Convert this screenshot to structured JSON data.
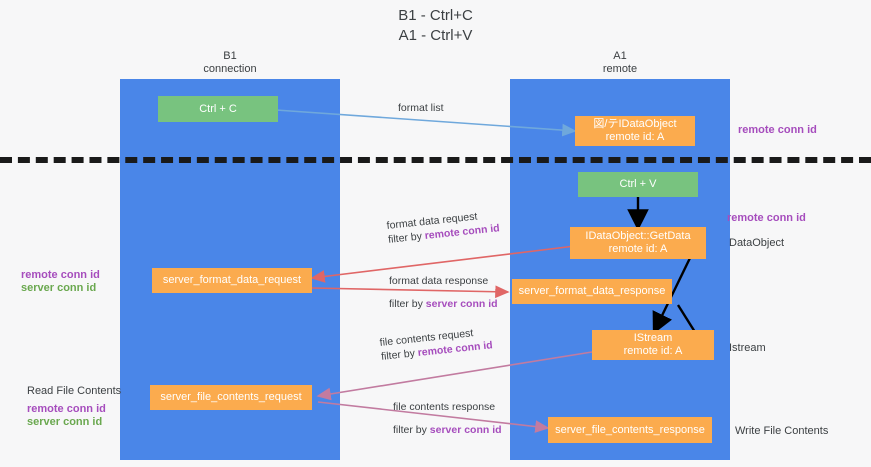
{
  "title": {
    "line1": "B1 - Ctrl+C",
    "line2": "A1 - Ctrl+V"
  },
  "columns": [
    {
      "name": "B1",
      "role": "connection"
    },
    {
      "name": "A1",
      "role": "remote"
    }
  ],
  "colors": {
    "lane": "#4a86e8",
    "green_box": "#78c37f",
    "orange_box": "#fbab4e",
    "remote_conn_id": "#a64dbd",
    "server_conn_id": "#6aa84f",
    "arrow_format_list": "#6fa8dc",
    "arrow_format_data": "#e06666",
    "arrow_file_contents": "#c27ba0",
    "arrow_black": "#000000",
    "divider": "#1a1a1a",
    "background": "#f7f7f8"
  },
  "nodes": {
    "ctrl_c": {
      "label": "Ctrl + C"
    },
    "ctrl_v": {
      "label": "Ctrl + V"
    },
    "idataobject_top": {
      "line1": "図/テIDataObject",
      "line2": "remote id: A"
    },
    "idataobject_getdata": {
      "line1": "IDataObject::GetData",
      "line2": "remote id: A"
    },
    "istream": {
      "line1": "IStream",
      "line2": "remote id: A"
    },
    "server_format_data_request": {
      "label": "server_format_data_request"
    },
    "server_format_data_response": {
      "label": "server_format_data_response"
    },
    "server_file_contents_request": {
      "label": "server_file_contents_request"
    },
    "server_file_contents_response": {
      "label": "server_file_contents_response"
    }
  },
  "edges": {
    "format_list": {
      "label": "format list"
    },
    "format_data_request": {
      "label": "format data request",
      "filter_prefix": "filter by ",
      "filter_key": "remote conn id"
    },
    "format_data_response": {
      "label": "format data response",
      "filter_prefix": "filter by ",
      "filter_key": "server conn id"
    },
    "file_contents_request": {
      "label": "file contents request",
      "filter_prefix": "filter by ",
      "filter_key": "remote conn id"
    },
    "file_contents_response": {
      "label": "file contents response",
      "filter_prefix": "filter by ",
      "filter_key": "server conn id"
    }
  },
  "annotations": {
    "right_remote_conn_id_top": "remote conn id",
    "right_remote_conn_id_mid": "remote conn id",
    "right_dataobject": "DataObject",
    "right_istream": "Istream",
    "right_write_file_contents": "Write File Contents",
    "left_remote_conn_id": "remote conn id",
    "left_server_conn_id": "server conn id",
    "left_read_file_contents": "Read File Contents",
    "left_remote_conn_id_2": "remote conn id",
    "left_server_conn_id_2": "server conn id"
  }
}
